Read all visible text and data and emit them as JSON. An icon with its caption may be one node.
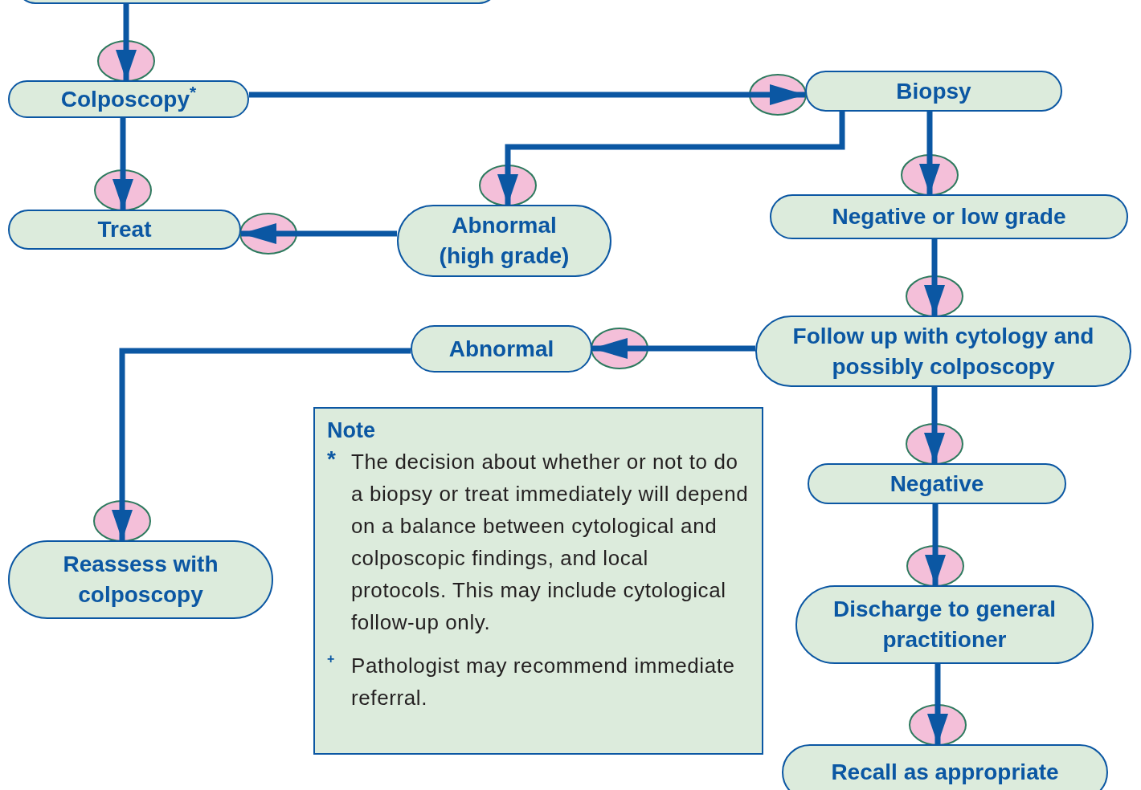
{
  "diagram": {
    "nodes": [
      {
        "text": [],
        "shape": "box"
      },
      {
        "text": [
          "Colposcopy$^{*}$"
        ]
      },
      {
        "text": [
          "Treat"
        ]
      },
      {
        "text": [
          "Biopsy"
        ]
      },
      {
        "text": [
          "Abnormal (high grade)"
        ]
      },
      {
        "text": [
          "Negative or low grade"
        ]
      },
      {
        "text": [
          "Abnormal"
        ]
      },
      {
        "text": [
          "Follow up with cytology and possibly colposcopy"
        ]
      },
      {
        "text": [
          "Reassess with colposcopy"
        ]
      },
      {
        "text": [
          "Note",
          "*",
          "The decision about whether or not to do a biopsy or treat immediately will depend on a balance between cytological and colposcopic findings, and local protocols. This may include cytological follow-up only.",
          "+",
          "Pathologist may recommend immediate referral."
        ]
      },
      {
        "text": [
          "Negative"
        ]
      },
      {
        "text": [
          "Discharge to general practitioner"
        ]
      },
      {
        "text": [
          "Recall as appropriate"
        ]
      }
    ],
    "edges": [
      {
        "from": 0,
        "to": 1,
        "arrow": "to"
      },
      {
        "from": 1,
        "to": 3,
        "arrow": "to"
      },
      {
        "from": 1,
        "to": 2,
        "arrow": "to"
      },
      {
        "from": 3,
        "to": 4,
        "arrow": "to"
      },
      {
        "from": 3,
        "to": 5,
        "arrow": "to"
      },
      {
        "from": 4,
        "to": 2,
        "arrow": "to"
      },
      {
        "from": 5,
        "to": 7,
        "arrow": "to"
      },
      {
        "from": 7,
        "to": 6,
        "arrow": "to"
      },
      {
        "from": 6,
        "to": 8,
        "arrow": "to"
      },
      {
        "from": 7,
        "to": 10,
        "arrow": "to"
      },
      {
        "from": 10,
        "to": 11,
        "arrow": "to"
      },
      {
        "from": 11,
        "to": 12,
        "arrow": "to"
      }
    ]
  }
}
